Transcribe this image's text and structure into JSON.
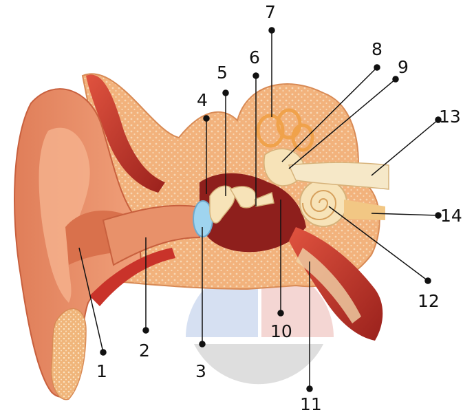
{
  "callouts": [
    {
      "id": 1,
      "label": "1"
    },
    {
      "id": 2,
      "label": "2"
    },
    {
      "id": 3,
      "label": "3"
    },
    {
      "id": 4,
      "label": "4"
    },
    {
      "id": 5,
      "label": "5"
    },
    {
      "id": 6,
      "label": "6"
    },
    {
      "id": 7,
      "label": "7"
    },
    {
      "id": 8,
      "label": "8"
    },
    {
      "id": 9,
      "label": "9"
    },
    {
      "id": 10,
      "label": "10"
    },
    {
      "id": 11,
      "label": "11"
    },
    {
      "id": 12,
      "label": "12"
    },
    {
      "id": 13,
      "label": "13"
    },
    {
      "id": 14,
      "label": "14"
    }
  ],
  "colors": {
    "skin": "#e8916a",
    "skin_dark": "#c8603e",
    "skin_light": "#f4b08c",
    "cartilage": "#f6c99a",
    "bone": "#f2b27c",
    "bone_dots": "#f7d7b4",
    "muscle": "#c9332a",
    "muscle_dark": "#8f1e1a",
    "ossicle": "#f7e3b8",
    "eardrum": "#9fd4ef",
    "middle_ear_cavity": "#8e1f1c",
    "watermark_blue": "#4a78c8",
    "watermark_red": "#d24a3c",
    "watermark_gray": "#6b6b6b",
    "leader_line": "#111111"
  }
}
